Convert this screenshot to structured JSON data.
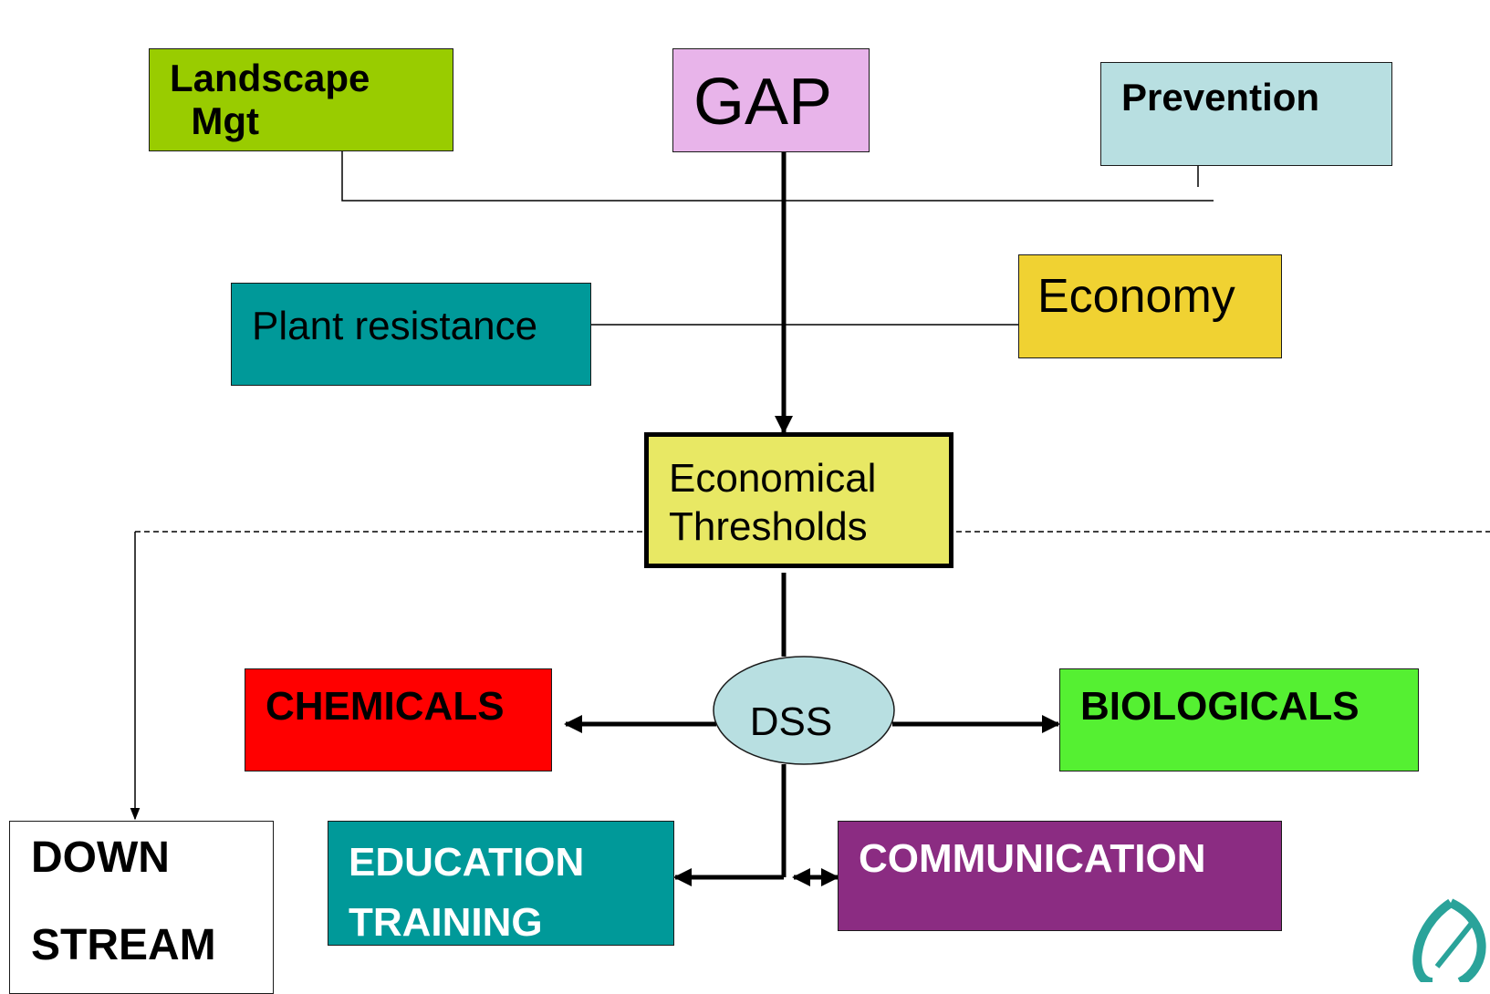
{
  "nodes": {
    "landscape": {
      "text": "Landscape\n  Mgt",
      "color": "#99cc00"
    },
    "gap": {
      "text": "GAP",
      "color": "#e8b4ea"
    },
    "prevention": {
      "text": "Prevention",
      "color": "#b8dfe1"
    },
    "plant_resistance": {
      "text": "Plant resistance",
      "color": "#009999"
    },
    "economy": {
      "text": "Economy",
      "color": "#f0d232"
    },
    "thresholds": {
      "text": "Economical\nThresholds",
      "color": "#e8e864"
    },
    "dss": {
      "text": "DSS",
      "color": "#b8dfe1"
    },
    "chemicals": {
      "text": "CHEMICALS",
      "color": "#ff0000"
    },
    "biologicals": {
      "text": "BIOLOGICALS",
      "color": "#55f032"
    },
    "education": {
      "text": "EDUCATION\nTRAINING",
      "color": "#009999",
      "text_color": "#ffffff"
    },
    "communication": {
      "text": "COMMUNICATION",
      "color": "#8b2c82",
      "text_color": "#ffffff"
    },
    "downstream": {
      "text": "DOWN\n\nSTREAM",
      "color": "#ffffff"
    }
  },
  "logo": {
    "icon": "leaf-logo-icon",
    "color": "#2aa39a"
  }
}
